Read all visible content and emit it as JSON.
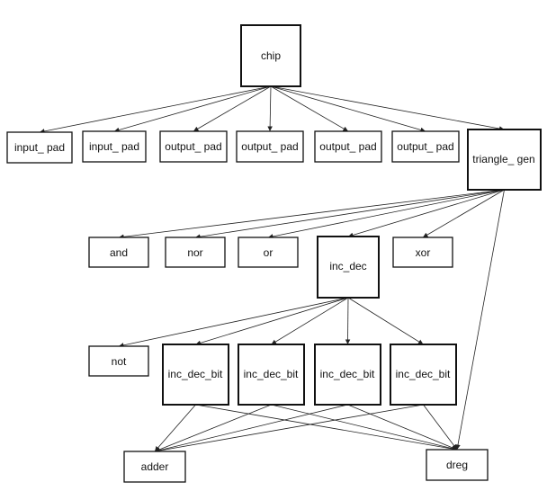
{
  "colors": {
    "stroke": "#111111",
    "background": "#ffffff"
  },
  "nodes": {
    "chip": "chip",
    "input_pad_1": "input_ pad",
    "input_pad_2": "input_ pad",
    "output_pad_1": "output_ pad",
    "output_pad_2": "output_ pad",
    "output_pad_3": "output_ pad",
    "output_pad_4": "output_ pad",
    "triangle_gen": "triangle_ gen",
    "and": "and",
    "nor": "nor",
    "or": "or",
    "inc_dec": "inc_dec",
    "xor": "xor",
    "not": "not",
    "inc_dec_bit_1": "inc_dec_bit",
    "inc_dec_bit_2": "inc_dec_bit",
    "inc_dec_bit_3": "inc_dec_bit",
    "inc_dec_bit_4": "inc_dec_bit",
    "adder": "adder",
    "dreg": "dreg"
  },
  "edges": [
    [
      "chip",
      "input_pad_1"
    ],
    [
      "chip",
      "input_pad_2"
    ],
    [
      "chip",
      "output_pad_1"
    ],
    [
      "chip",
      "output_pad_2"
    ],
    [
      "chip",
      "output_pad_3"
    ],
    [
      "chip",
      "output_pad_4"
    ],
    [
      "chip",
      "triangle_gen"
    ],
    [
      "triangle_gen",
      "and"
    ],
    [
      "triangle_gen",
      "nor"
    ],
    [
      "triangle_gen",
      "or"
    ],
    [
      "triangle_gen",
      "inc_dec"
    ],
    [
      "triangle_gen",
      "xor"
    ],
    [
      "triangle_gen",
      "dreg"
    ],
    [
      "inc_dec",
      "not"
    ],
    [
      "inc_dec",
      "inc_dec_bit_1"
    ],
    [
      "inc_dec",
      "inc_dec_bit_2"
    ],
    [
      "inc_dec",
      "inc_dec_bit_3"
    ],
    [
      "inc_dec",
      "inc_dec_bit_4"
    ],
    [
      "inc_dec_bit_1",
      "adder"
    ],
    [
      "inc_dec_bit_1",
      "dreg"
    ],
    [
      "inc_dec_bit_2",
      "adder"
    ],
    [
      "inc_dec_bit_2",
      "dreg"
    ],
    [
      "inc_dec_bit_3",
      "adder"
    ],
    [
      "inc_dec_bit_3",
      "dreg"
    ],
    [
      "inc_dec_bit_4",
      "adder"
    ],
    [
      "inc_dec_bit_4",
      "dreg"
    ]
  ]
}
